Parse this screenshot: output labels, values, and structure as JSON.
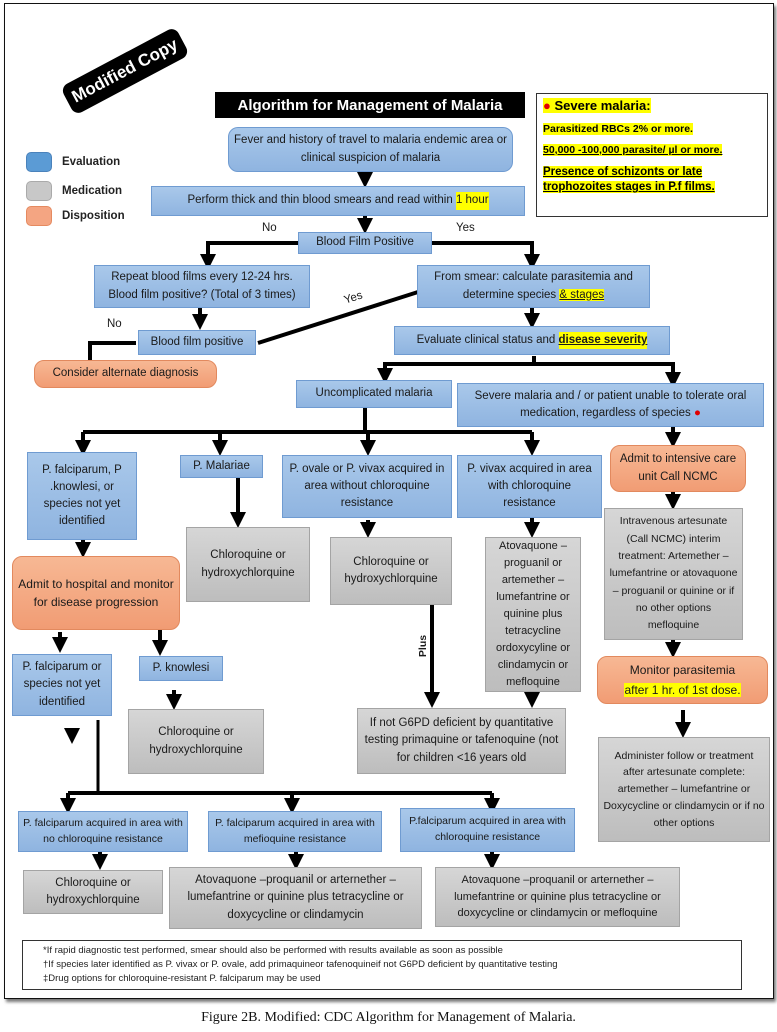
{
  "stamp": "Modified Copy",
  "title": "Algorithm for Management of Malaria",
  "legend": [
    {
      "label": "Evaluation",
      "color": "#5b9bd5"
    },
    {
      "label": "Medication",
      "color": "#c8c8c8"
    },
    {
      "label": "Disposition",
      "color": "#f4a582"
    }
  ],
  "severe_box": {
    "heading": "Severe malaria:",
    "bullet_color": "#e00000",
    "criteria": [
      "Parasitized RBCs 2% or more.",
      "50,000 -100,000 parasite/ µl or more.",
      "Presence of schizonts or late trophozoites stages in P.f films."
    ]
  },
  "nodes": {
    "fever": "Fever and history of travel to malaria endemic area or clinical suspicion of malaria",
    "smear_pre": "Perform thick and thin blood smears and read within",
    "smear_hl": "1 hour",
    "bfp": "Blood Film Positive",
    "repeat": "Repeat blood films every 12-24 hrs. Blood film positive? (Total of 3 times)",
    "bfp2": "Blood film positive",
    "alternate": "Consider alternate diagnosis",
    "calc_pre": "From smear: calculate parasitemia and determine species",
    "calc_hl": "& stages",
    "evaluate_pre": "Evaluate clinical status and",
    "evaluate_hl": "disease severity",
    "uncomplicated": "Uncomplicated malaria",
    "severe": "Severe malaria and / or patient unable to tolerate oral medication, regardless of species",
    "pf_knowlesi": "P. falciparum, P .knowlesi, or species not yet identified",
    "malariae": "P. Malariae",
    "ovale_vivax": "P. ovale or P. vivax acquired in area without chloroquine resistance",
    "vivax_cr": "P. vivax acquired in area with chloroquine resistance",
    "icu": "Admit to intensive care unit Call NCMC",
    "chloro_malariae": "Chloroquine or hydroxychlorquine",
    "chloro_ovale": "Chloroquine or hydroxychlorquine",
    "atovaquone_vivax": "Atovaquone – proguanil or artemether – lumefantrine or quinine plus tetracycline ordoxycyline or clindamycin or mefloquine",
    "iv_artesunate": "Intravenous artesunate (Call NCMC) interim treatment: Artemether –lumefantrine or atovaquone – proguanil or quinine or if no other options mefloquine",
    "admit_hospital": "Admit to hospital and monitor for disease progression",
    "pf_not_identified": "P. falciparum or species not yet identified",
    "knowlesi": "P. knowlesi",
    "chloro_knowlesi": "Chloroquine or hydroxychlorquine",
    "g6pd": "If not G6PD deficient by quantitative testing primaquine or tafenoquine (not for children <16 years old",
    "monitor_pre": "Monitor parasitemia",
    "monitor_hl": "after 1 hr. of 1st dose.",
    "followup": "Administer follow or treatment after artesunate complete: artemether – lumefantrine or Doxycycline or clindamycin or if no other options",
    "pf_no_cr": "P. falciparum acquired in area with no chloroquine resistance",
    "pf_mr": "P. falciparum acquired in area with mefioquine resistance",
    "pf_cr": "P.falciparum acquired in area with chloroquine resistance",
    "chloro_pf": "Chloroquine or hydroxychlorquine",
    "atovaquone_mr": "Atovaquone –proquanil or arternether – lumefantrine or quinine plus tetracycline or doxycycline or clindamycin",
    "atovaquone_cr": "Atovaquone –proquanil or arternether – lumefantrine or quinine plus tetracycline or doxycycline or clindamycin or mefloquine"
  },
  "edge_labels": {
    "no1": "No",
    "yes1": "Yes",
    "yes2": "Yes",
    "no2": "No",
    "plus": "Plus"
  },
  "notes": [
    "*If rapid diagnostic test performed, smear should also be performed with results available as soon as possible",
    "†If species later identified as P. vivax or P. ovale, add primaquineor tafenoquineif not G6PD deficient by quantitative testing",
    "‡Drug options for chloroquine-resistant P. falciparum may be used"
  ],
  "caption": "Figure 2B. Modified: CDC Algorithm for Management of Malaria."
}
